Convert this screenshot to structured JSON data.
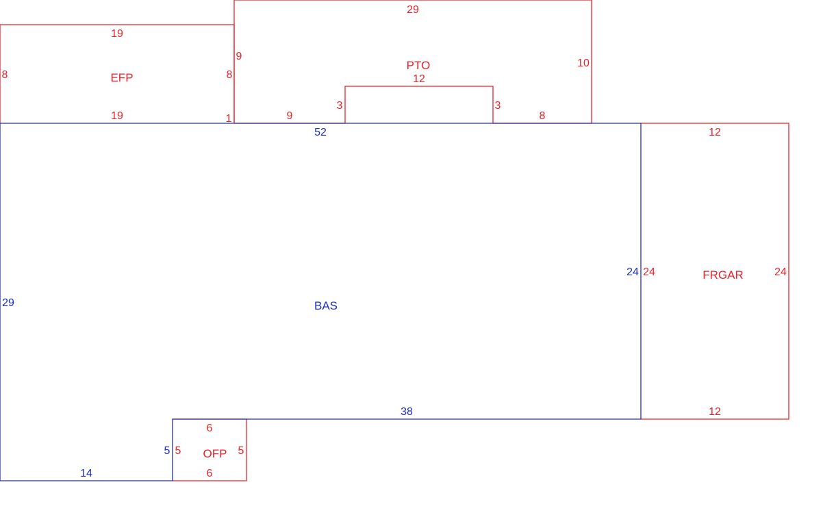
{
  "colors": {
    "main": "#1e2bc7",
    "addition": "#e8232a",
    "background": "#ffffff"
  },
  "areas": {
    "efp": {
      "label": "EFP",
      "dims": {
        "top": "19",
        "bottom": "19",
        "left": "8",
        "right": "8"
      },
      "color": "#e8232a"
    },
    "pto": {
      "label": "PTO",
      "dims": {
        "top": "29",
        "left": "9",
        "right": "10",
        "step_small": "1",
        "bottom_left": "9",
        "notch_left": "3",
        "notch_top": "12",
        "notch_right": "3",
        "bottom_right": "8"
      },
      "color": "#e8232a"
    },
    "bas": {
      "label": "BAS",
      "dims": {
        "top": "52",
        "left": "29",
        "right": "24",
        "bottom_right": "38",
        "step": "5",
        "bottom_left": "14"
      },
      "color": "#1e2bc7"
    },
    "frgar": {
      "label": "FRGAR",
      "dims": {
        "top": "12",
        "bottom": "12",
        "left": "24",
        "right": "24"
      },
      "color": "#e8232a"
    },
    "ofp": {
      "label": "OFP",
      "dims": {
        "top": "6",
        "bottom": "6",
        "left": "5",
        "right": "5"
      },
      "color": "#e8232a"
    }
  }
}
